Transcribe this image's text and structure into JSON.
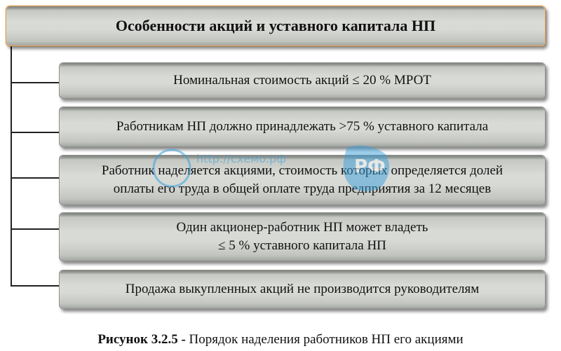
{
  "diagram": {
    "title": "Особенности акций и уставного капитала НП",
    "items": [
      {
        "text": "Номинальная стоимость акций ≤ 20 % МРОТ"
      },
      {
        "text": "Работникам НП должно принадлежать >75 % уставного капитала"
      },
      {
        "line1": "Работник наделяется акциями, стоимость которых определяется долей",
        "line2": "оплаты его труда в общей оплате труда предприятия за 12 месяцев"
      },
      {
        "line1": "Один акционер-работник НП может владеть",
        "line2": "≤ 5 % уставного капитала НП"
      },
      {
        "text": "Продажа выкупленных акций не производится руководителям"
      }
    ]
  },
  "watermark": {
    "url": "http://схемо.рф",
    "badge": "РФ",
    "color": "#3aa0dc"
  },
  "caption": {
    "label": "Рисунок 3.2.5 -",
    "text": " Порядок наделения работников НП его акциями"
  }
}
